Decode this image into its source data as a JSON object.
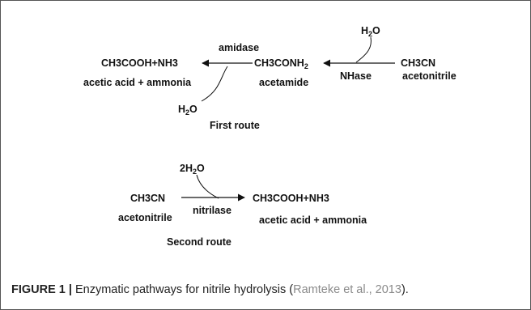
{
  "route1": {
    "label": "First route",
    "products": "CH3COOH+NH3",
    "products_name": "acetic acid + ammonia",
    "intermediate_prefix": "CH3CONH",
    "intermediate_sub": "2",
    "intermediate_name": "acetamide",
    "substrate": "CH3CN",
    "substrate_name": "acetonitrile",
    "enzyme_1": "amidase",
    "enzyme_2": "NHase",
    "water_top_h": "H",
    "water_top_sub": "2",
    "water_top_o": "O",
    "water_bottom_h": "H",
    "water_bottom_sub": "2",
    "water_bottom_o": "O"
  },
  "route2": {
    "label": "Second route",
    "substrate": "CH3CN",
    "substrate_name": "acetonitrile",
    "enzyme": "nitrilase",
    "products": "CH3COOH+NH3",
    "products_name": "acetic acid + ammonia",
    "water_prefix": "2H",
    "water_sub": "2",
    "water_o": "O"
  },
  "caption": {
    "label": "FIGURE 1 |",
    "text": " Enzymatic pathways for nitrile hydrolysis (",
    "citation": "Ramteke et al., 2013",
    "tail": ")."
  },
  "colors": {
    "ink": "#111111",
    "frame": "#555555",
    "caption_text": "#222222",
    "citation": "#8a8a8a"
  }
}
